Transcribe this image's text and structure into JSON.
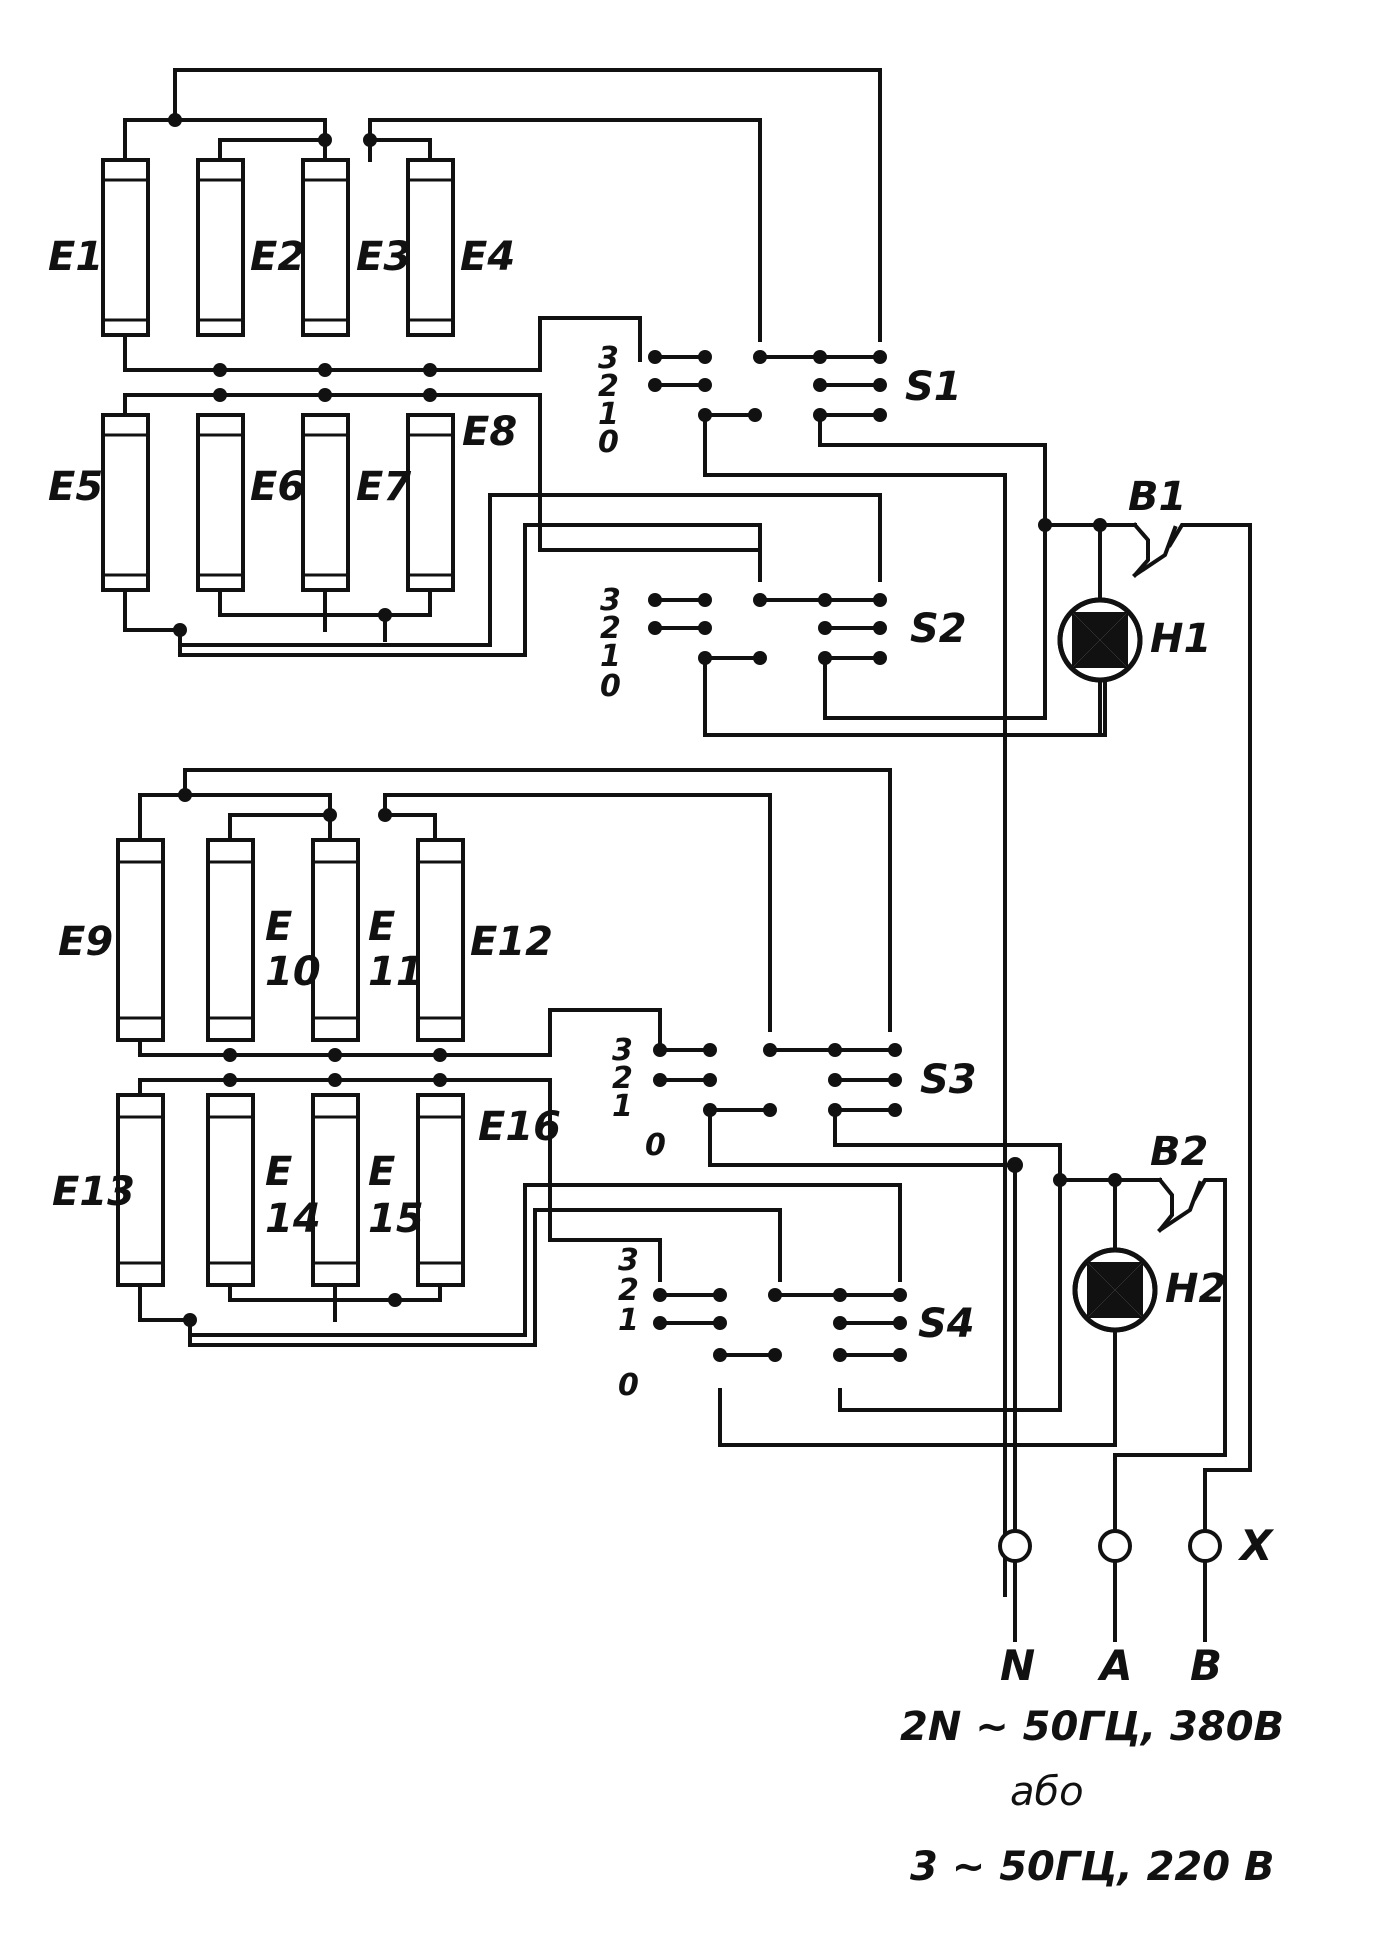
{
  "elements": {
    "E1": "E1",
    "E2": "E2",
    "E3": "E3",
    "E4": "E4",
    "E5": "E5",
    "E6": "E6",
    "E7": "E7",
    "E8": "E8",
    "E9": "E9",
    "E10a": "E",
    "E10b": "10",
    "E11a": "E",
    "E11b": "11",
    "E12": "E12",
    "E13": "E13",
    "E14a": "E",
    "E14b": "14",
    "E15a": "E",
    "E15b": "15",
    "E16": "E16"
  },
  "switch_positions": [
    "3",
    "2",
    "1",
    "0"
  ],
  "switches": {
    "S1": "S1",
    "S2": "S2",
    "S3": "S3",
    "S4": "S4"
  },
  "breakers": {
    "B1": "B1",
    "B2": "B2"
  },
  "lamps": {
    "H1": "H1",
    "H2": "H2"
  },
  "terminals": {
    "N": "N",
    "A": "A",
    "B": "B",
    "X": "X"
  },
  "supply_note": {
    "line1": "2N ~ 50ГЦ, 380В",
    "line2": "або",
    "line3": "3 ~ 50ГЦ, 220 В"
  }
}
